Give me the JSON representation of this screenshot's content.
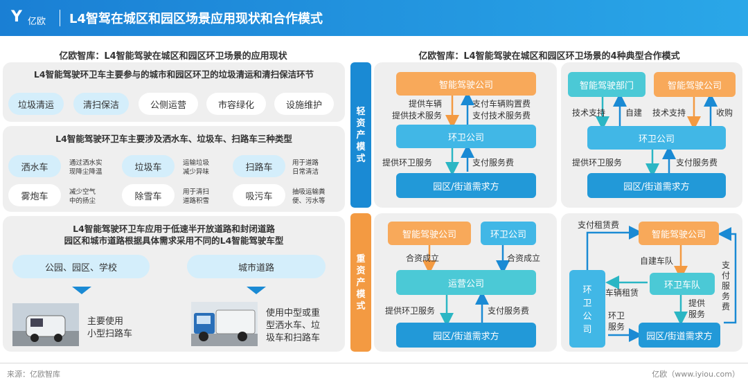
{
  "header": {
    "logo_text": "亿欧",
    "title": "L4智驾在城区和园区场景应用现状和合作模式"
  },
  "left": {
    "title": "亿欧智库：L4智能驾驶在城区和园区环卫场景的应用现状",
    "s1": {
      "title": "L4智能驾驶环卫车主要参与的城市和园区环卫的垃圾清运和清扫保洁环节",
      "chips": [
        "垃圾清运",
        "清扫保洁",
        "公侧运营",
        "市容绿化",
        "设施维护"
      ]
    },
    "s2": {
      "title": "L4智能驾驶环卫车主要涉及洒水车、垃圾车、扫路车三种类型",
      "items": [
        {
          "name": "洒水车",
          "d1": "通过洒水实",
          "d2": "现降尘降温"
        },
        {
          "name": "垃圾车",
          "d1": "运输垃圾",
          "d2": "减少异味"
        },
        {
          "name": "扫路车",
          "d1": "用于道路",
          "d2": "日常清洁"
        },
        {
          "name": "雾炮车",
          "d1": "减少空气",
          "d2": "中的扬尘"
        },
        {
          "name": "除雪车",
          "d1": "用于清扫",
          "d2": "道路积雪"
        },
        {
          "name": "吸污车",
          "d1": "抽吸运输粪",
          "d2": "便、污水等"
        }
      ]
    },
    "s3": {
      "title1": "L4智能驾驶环卫车应用于低速半开放道路和封闭道路",
      "title2": "园区和城市道路根据具体需求采用不同的L4智能驾驶车型",
      "a_label": "公园、园区、学校",
      "a_d1": "主要使用",
      "a_d2": "小型扫路车",
      "b_label": "城市道路",
      "b_d1": "使用中型或重",
      "b_d2": "型洒水车、垃",
      "b_d3": "圾车和扫路车"
    }
  },
  "right": {
    "title": "亿欧智库：L4智能驾驶在城区和园区环卫场景的4种典型合作模式",
    "light_label": "轻资产模式",
    "heavy_label": "重资产模式",
    "q1": {
      "top": "智能驾驶公司",
      "l1": "提供车辆",
      "l2": "提供技术服务",
      "r1": "支付车辆购置费",
      "r2": "支付技术服务费",
      "mid": "环卫公司",
      "l3": "提供环卫服务",
      "r3": "支付服务费",
      "bot": "园区/街道需求方"
    },
    "q2": {
      "tl": "智能驾驶部门",
      "tr": "智能驾驶公司",
      "a": "技术支持",
      "b": "自建",
      "c": "技术支持",
      "d": "收购",
      "mid": "环卫公司",
      "l3": "提供环卫服务",
      "r3": "支付服务费",
      "bot": "园区/街道需求方"
    },
    "q3": {
      "tl": "智能驾驶公司",
      "tr": "环卫公司",
      "a": "合资成立",
      "b": "合资成立",
      "mid": "运营公司",
      "l3": "提供环卫服务",
      "r3": "支付服务费",
      "bot": "园区/街道需求方"
    },
    "q4": {
      "top": "智能驾驶公司",
      "rent": "支付租赁费",
      "self": "自建车队",
      "fleet": "环卫车队",
      "lease": "车辆租赁",
      "left": "环卫公司",
      "svc1": "环卫",
      "svc2": "服务",
      "prov1": "提供",
      "prov2": "服务",
      "pay1": "支付",
      "pay2": "服务",
      "pay3": "费",
      "bot": "园区/街道需求方"
    }
  },
  "footer": {
    "source": "来源：亿欧智库",
    "brand": "亿欧（www.iyiou.com）"
  }
}
